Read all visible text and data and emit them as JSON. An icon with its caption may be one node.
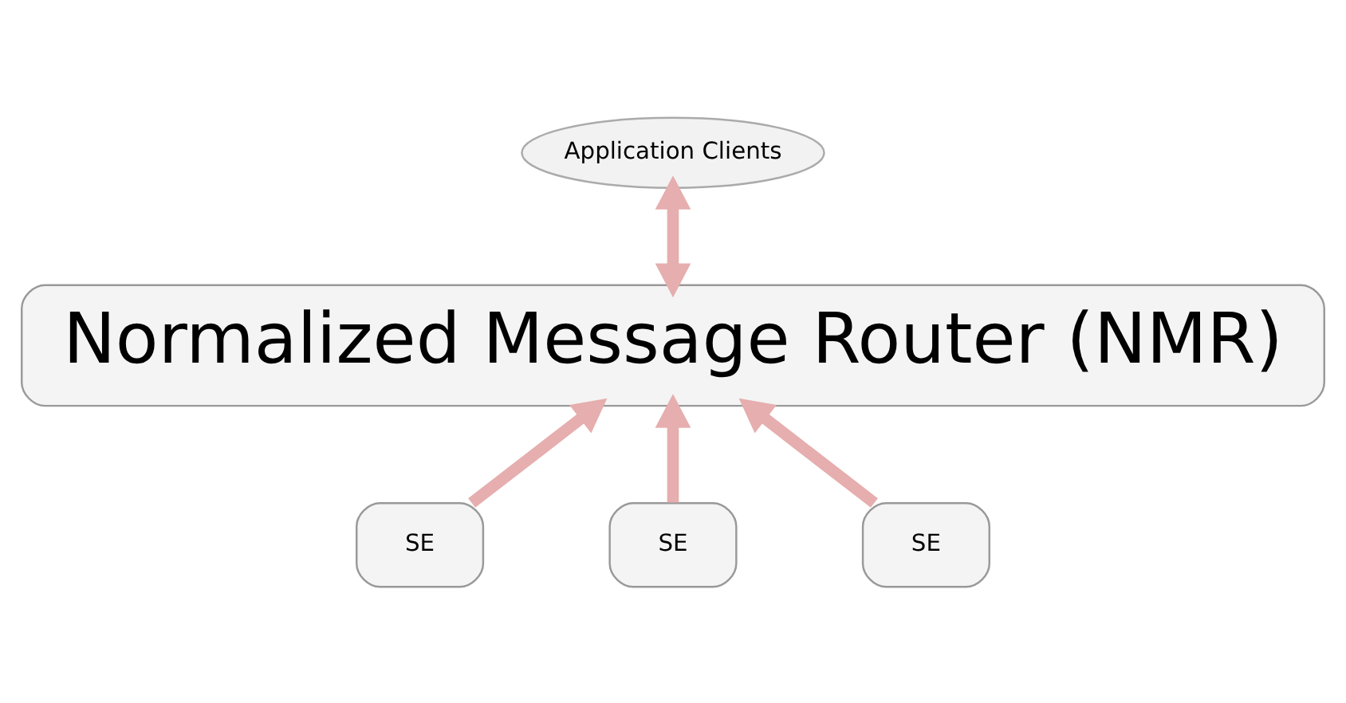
{
  "diagram": {
    "nodes": [
      {
        "text": [
          "Application Clients"
        ]
      },
      {
        "text": [
          "Normalized Message Router (NMR)"
        ]
      },
      {
        "text": [
          "SE"
        ]
      },
      {
        "text": [
          "SE"
        ]
      },
      {
        "text": [
          "SE"
        ]
      }
    ],
    "edges": [
      {
        "from": 0,
        "to": 1,
        "arrow": "both"
      },
      {
        "from": 2,
        "to": 1,
        "arrow": "to"
      },
      {
        "from": 3,
        "to": 1,
        "arrow": "to"
      },
      {
        "from": 4,
        "to": 1,
        "arrow": "to"
      }
    ]
  }
}
